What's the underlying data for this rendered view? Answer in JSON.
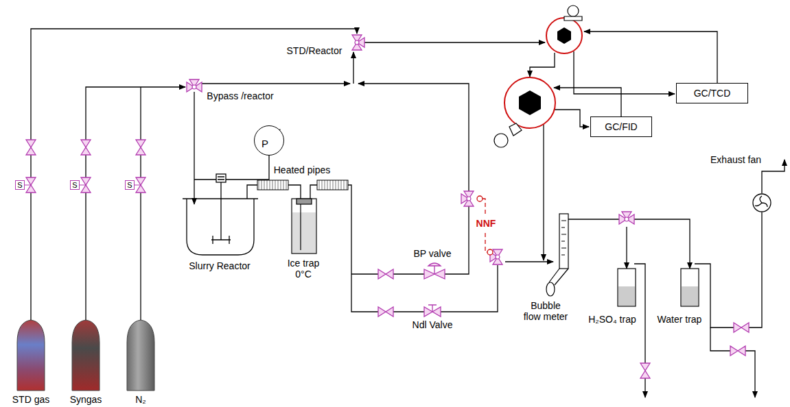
{
  "diagram": {
    "nodes": [
      {
        "text": [
          "GC/TCD"
        ]
      },
      {
        "text": [
          "GC/FID"
        ]
      },
      {
        "text": [
          "P"
        ]
      },
      {
        "text": [
          "S"
        ]
      },
      {
        "text": [
          "S"
        ]
      },
      {
        "text": [
          "S"
        ]
      }
    ],
    "labels": [
      "STD/Reactor",
      "Bypass /reactor",
      "Heated pipes",
      "Slurry Reactor",
      "Ice trap 0°C",
      "BP valve",
      "NNF",
      "Ndl Valve",
      "Bubble flow meter",
      "H₂SO₄ trap",
      "Water trap",
      "Exhaust fan",
      "STD gas",
      "Syngas",
      "N₂"
    ]
  }
}
